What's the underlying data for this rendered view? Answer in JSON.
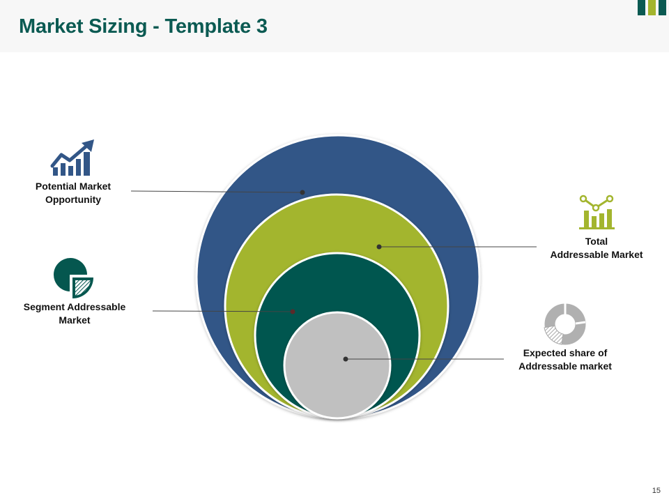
{
  "title": "Market Sizing - Template 3",
  "page_number": "15",
  "colors": {
    "title": "#0b5a52",
    "accent_dark": "#0b5a52",
    "accent_green": "#a3b52e",
    "potential_market": "#325687",
    "total_market": "#a3b52e",
    "segment_market": "#05574f",
    "expected_share": "#c0c0c0"
  },
  "labels": {
    "potential_market": {
      "line1": "Potential Market",
      "line2": "Opportunity",
      "icon": "growth-chart-icon"
    },
    "total_market": {
      "line1": "Total",
      "line2": "Addressable Market",
      "icon": "bar-line-chart-icon"
    },
    "segment_market": {
      "line1": "Segment Addressable",
      "line2": "Market",
      "icon": "pie-chart-icon"
    },
    "expected_share": {
      "line1": "Expected share of",
      "line2": "Addressable market",
      "icon": "donut-chart-icon"
    }
  }
}
